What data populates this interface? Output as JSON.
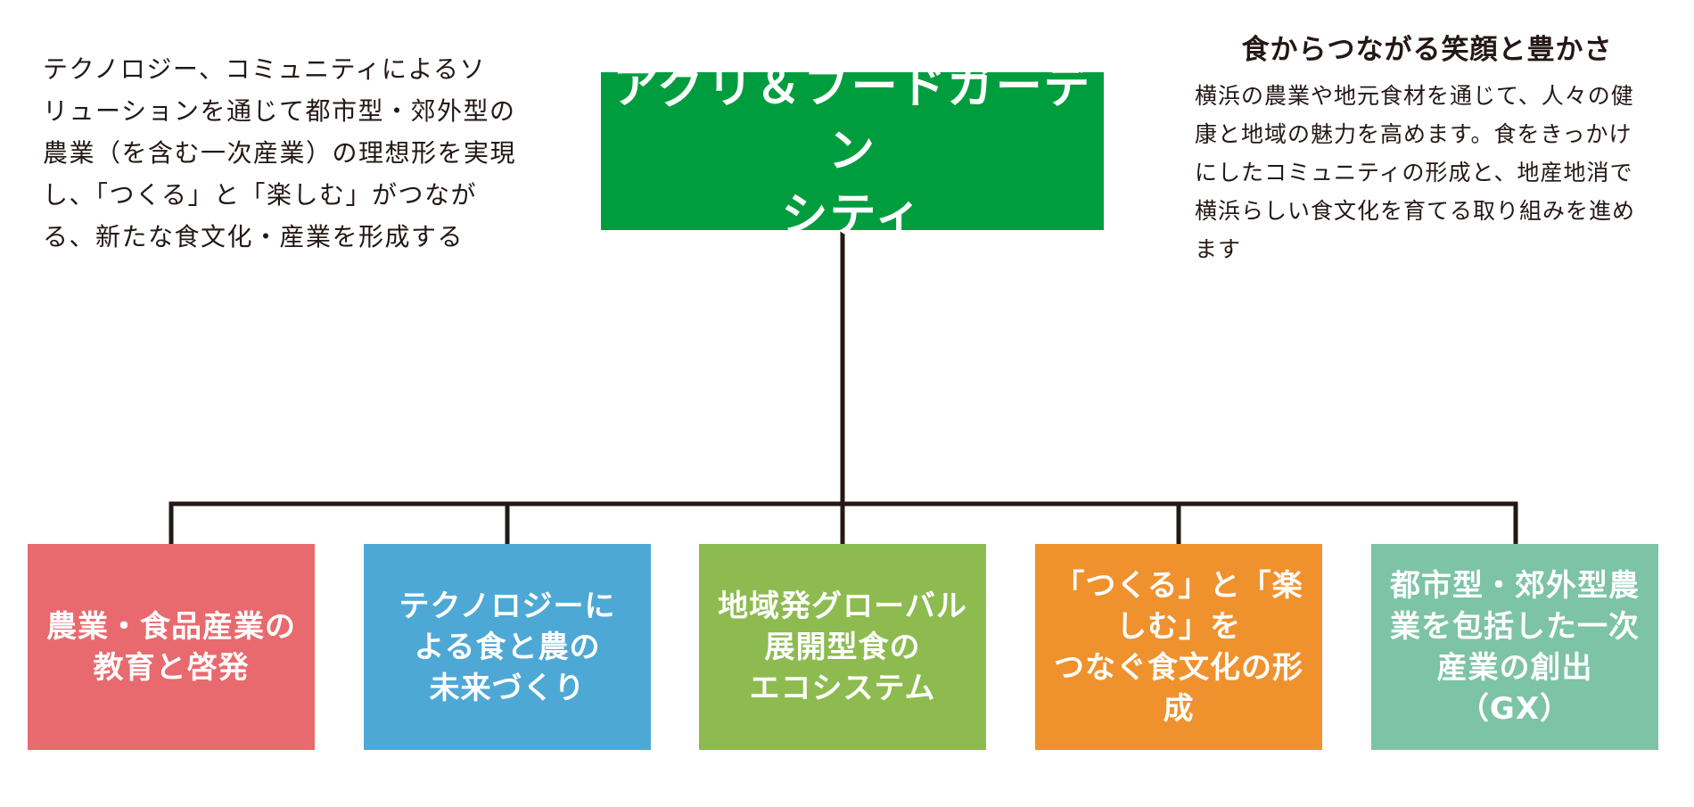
{
  "left_description": "テクノロジー、コミュニティによるソ\nリューションを通じて都市型・郊外型の\n農業（を含む一次産業）の理想形を実現\nし、「つくる」と「楽しむ」がつなが\nる、新たな食文化・産業を形成する",
  "right_section": {
    "heading": "食からつながる笑顔と豊かさ",
    "description": "横浜の農業や地元食材を通じて、人々の健\n康と地域の魅力を高めます。食をきっかけ\nにしたコミュニティの形成と、地産地消で\n横浜らしい食文化を育てる取り組みを進め\nます"
  },
  "root": {
    "label": "アグリ＆フードガーデン\nシティ",
    "color": "#009d3f"
  },
  "connector_color": "#231815",
  "children": [
    {
      "label": "農業・食品産業の\n教育と啓発",
      "color": "#e86a6e"
    },
    {
      "label": "テクノロジーに\nよる食と農の\n未来づくり",
      "color": "#4ea8d5"
    },
    {
      "label": "地域発グローバル\n展開型食の\nエコシステム",
      "color": "#8dbb50"
    },
    {
      "label": "「つくる」と「楽しむ」を\nつなぐ食文化の形成",
      "color": "#ef922e"
    },
    {
      "label": "都市型・郊外型農\n業を包括した一次\n産業の創出\n（GX）",
      "color": "#7dc3a6"
    }
  ]
}
